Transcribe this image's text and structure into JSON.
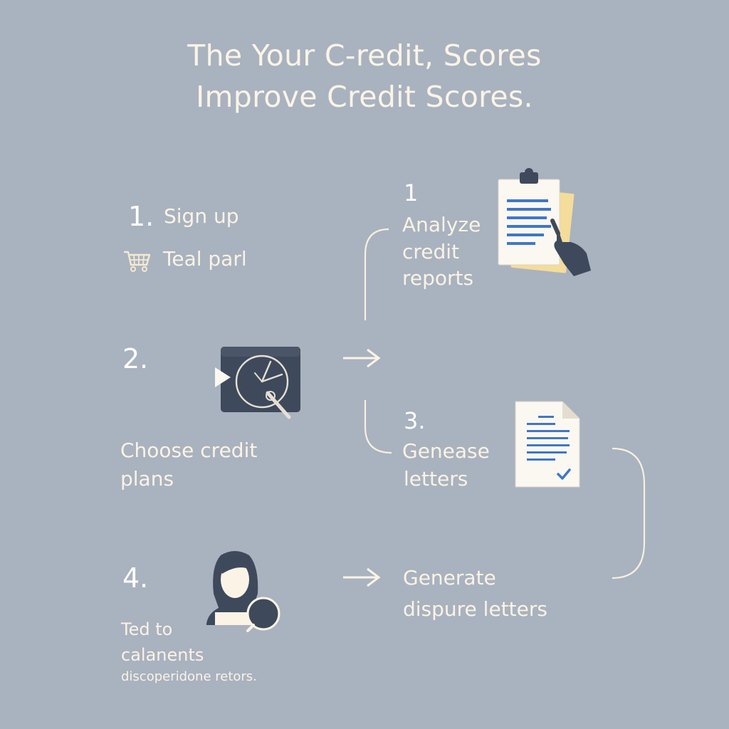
{
  "title": {
    "line1": "The Your C-redit, Scores",
    "line2": "Improve Credit Scores."
  },
  "steps": {
    "s1": {
      "number": "1.",
      "label": "Sign up",
      "sub": "Teal parl",
      "icon": "shopping-cart-icon"
    },
    "s1b": {
      "number": "1",
      "label_lines": [
        "Analyze",
        "credit",
        "reports"
      ],
      "icon": "clipboard-report-icon"
    },
    "s2": {
      "number": "2.",
      "label_lines": [
        "Choose credit",
        "plans"
      ],
      "icon": "clock-magnifier-icon"
    },
    "s3": {
      "number": "3.",
      "label_lines": [
        "Genease",
        "letters"
      ],
      "icon": "document-check-icon"
    },
    "s4": {
      "number": "4.",
      "label_lines": [
        "Ted to",
        "calanents"
      ],
      "small": "discoperidone retors.",
      "icon": "person-search-icon"
    },
    "s5": {
      "label_lines": [
        "Generate",
        "dispure letters"
      ]
    }
  },
  "colors": {
    "background": "#a9b2bf",
    "text": "#fbf3e4",
    "dark_icon": "#3e4a5b",
    "accent_blue": "#3f77c7",
    "paper": "#fbf8f2",
    "paper_yellow": "#f4dc9a"
  }
}
